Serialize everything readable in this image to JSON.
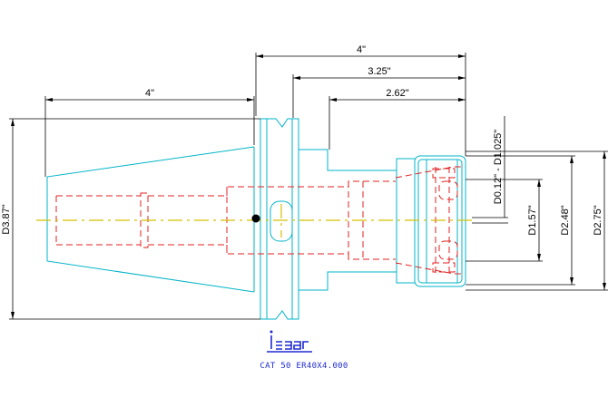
{
  "drawing": {
    "dimensions": {
      "shank_length": "4\"",
      "overall_length": "4\"",
      "mid_length": "3.25\"",
      "nut_length": "2.62\"",
      "flange_diameter": "D3.87\"",
      "clamp_range": "D0.12\" - D1.025\"",
      "bore_diameter": "D1.57\"",
      "nut_diameter": "D2.48\"",
      "body_diameter": "D2.75\""
    },
    "logo_text": "iscar",
    "caption": "CAT 50 ER40X4.000"
  },
  "colors": {
    "outline": "#00b4c8",
    "hidden": "#e02020",
    "dimension": "#000000",
    "logo": "#1f2bd1",
    "centerline": "#d4c000"
  }
}
